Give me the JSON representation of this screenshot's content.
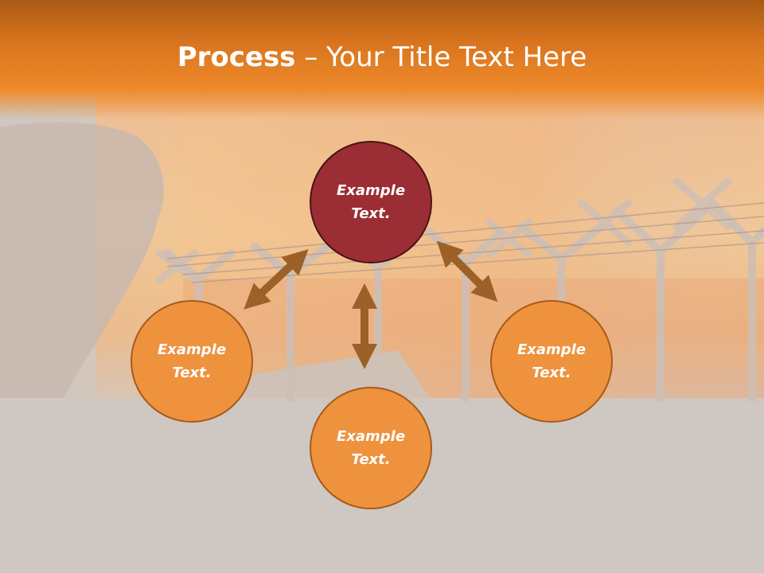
{
  "title": {
    "bold": "Process",
    "rest": " – Your Title Text Here"
  },
  "nodes": {
    "top": {
      "line1": "Example",
      "line2": "Text."
    },
    "left": {
      "line1": "Example",
      "line2": "Text."
    },
    "bottom": {
      "line1": "Example",
      "line2": "Text."
    },
    "right": {
      "line1": "Example",
      "line2": "Text."
    }
  },
  "colors": {
    "accent_orange": "#ee923d",
    "accent_red": "#9b2e34",
    "arrow_brown": "#9c6128",
    "title_band": "#e8832a"
  }
}
